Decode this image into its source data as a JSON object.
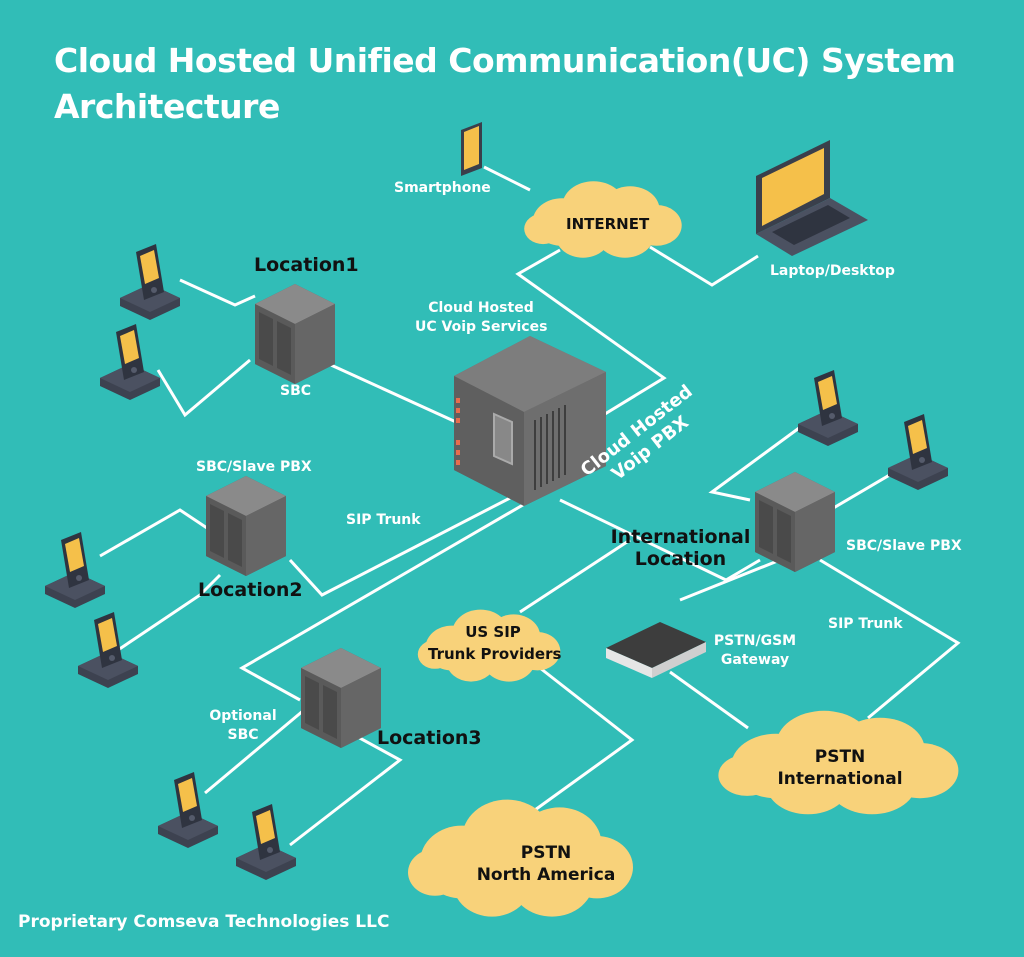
{
  "title": "Cloud Hosted Unified Communication(UC) System Architecture",
  "footer": "Proprietary Comseva Technologies LLC",
  "labels": {
    "smartphone": "Smartphone",
    "internet": "INTERNET",
    "laptop": "Laptop/Desktop",
    "location1": "Location1",
    "sbc": "SBC",
    "cloud_services_1": "Cloud Hosted",
    "cloud_services_2": "UC Voip Services",
    "pbx_1": "Cloud Hosted",
    "pbx_2": "Voip PBX",
    "slave_pbx_left": "SBC/Slave PBX",
    "sip_trunk_left": "SIP Trunk",
    "location2": "Location2",
    "intl_1": "International",
    "intl_2": "Location",
    "slave_pbx_right": "SBC/Slave PBX",
    "us_sip_1": "US SIP",
    "us_sip_2": "Trunk Providers",
    "gateway_1": "PSTN/GSM",
    "gateway_2": "Gateway",
    "sip_trunk_right": "SIP Trunk",
    "optional_1": "Optional",
    "optional_2": "SBC",
    "location3": "Location3",
    "pstn_intl_1": "PSTN",
    "pstn_intl_2": "International",
    "pstn_na_1": "PSTN",
    "pstn_na_2": "North America"
  },
  "colors": {
    "background": "#31bdb7",
    "cloud": "#f8d27a",
    "server": "#6b6b6b",
    "screen": "#f5c04a",
    "line": "#ffffff"
  }
}
